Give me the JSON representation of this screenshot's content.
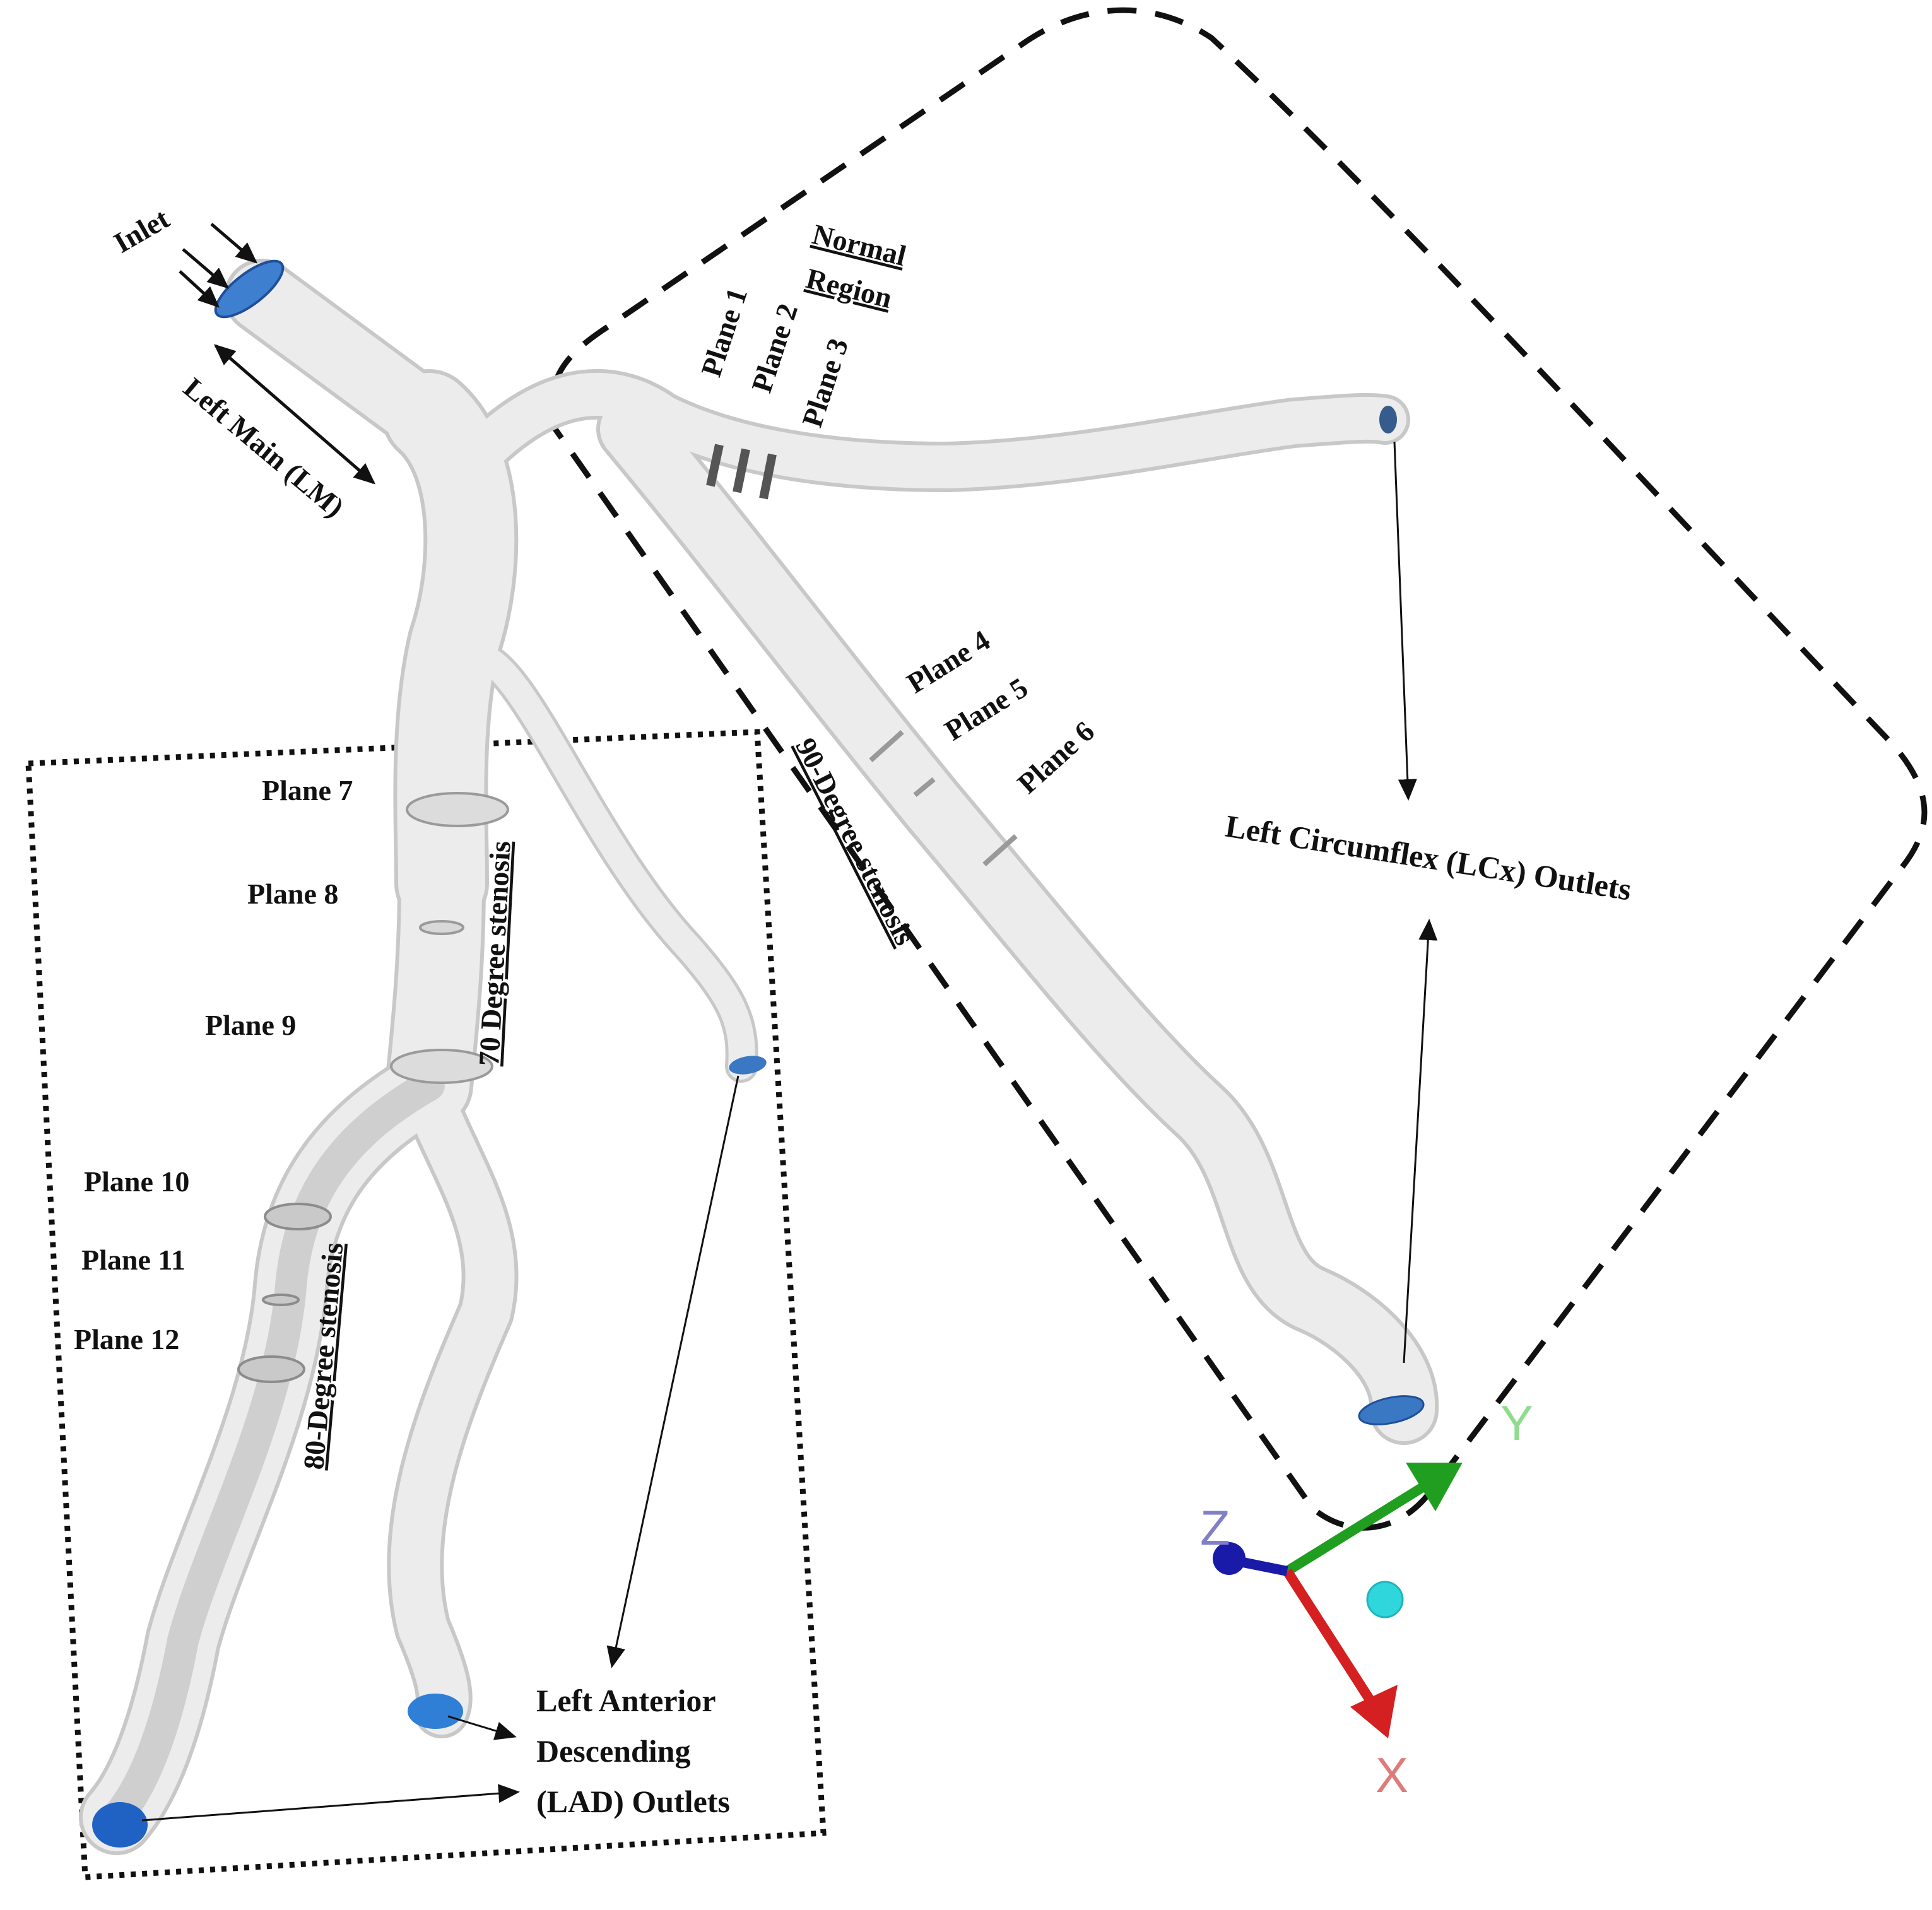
{
  "labels": {
    "inlet": "Inlet",
    "left_main": "Left Main (LM)",
    "normal_region_line1": "Normal",
    "normal_region_line2": "Region",
    "plane1": "Plane 1",
    "plane2": "Plane 2",
    "plane3": "Plane 3",
    "plane4": "Plane 4",
    "plane5": "Plane 5",
    "plane6": "Plane 6",
    "plane7": "Plane 7",
    "plane8": "Plane 8",
    "plane9": "Plane 9",
    "plane10": "Plane 10",
    "plane11": "Plane 11",
    "plane12": "Plane 12",
    "stenosis90": "90-Degree stenosis",
    "stenosis70": "70 Degree stenosis",
    "stenosis80": "80-Degree stenosis",
    "lcx_outlets": "Left Circumflex (LCx) Outlets",
    "lad_line1": "Left Anterior",
    "lad_line2": "Descending",
    "lad_line3": "(LAD) Outlets"
  },
  "axes": {
    "x": "X",
    "y": "Y",
    "z": "Z"
  },
  "colors": {
    "vessel": "#e9e9e9",
    "vessel_edge": "#c4c4c4",
    "outlet": "#3f7fd0",
    "axis_x": "#d42020",
    "axis_y": "#1f9e1f",
    "axis_z": "#1a1aa8",
    "origin_marker": "#2fd6dc"
  }
}
